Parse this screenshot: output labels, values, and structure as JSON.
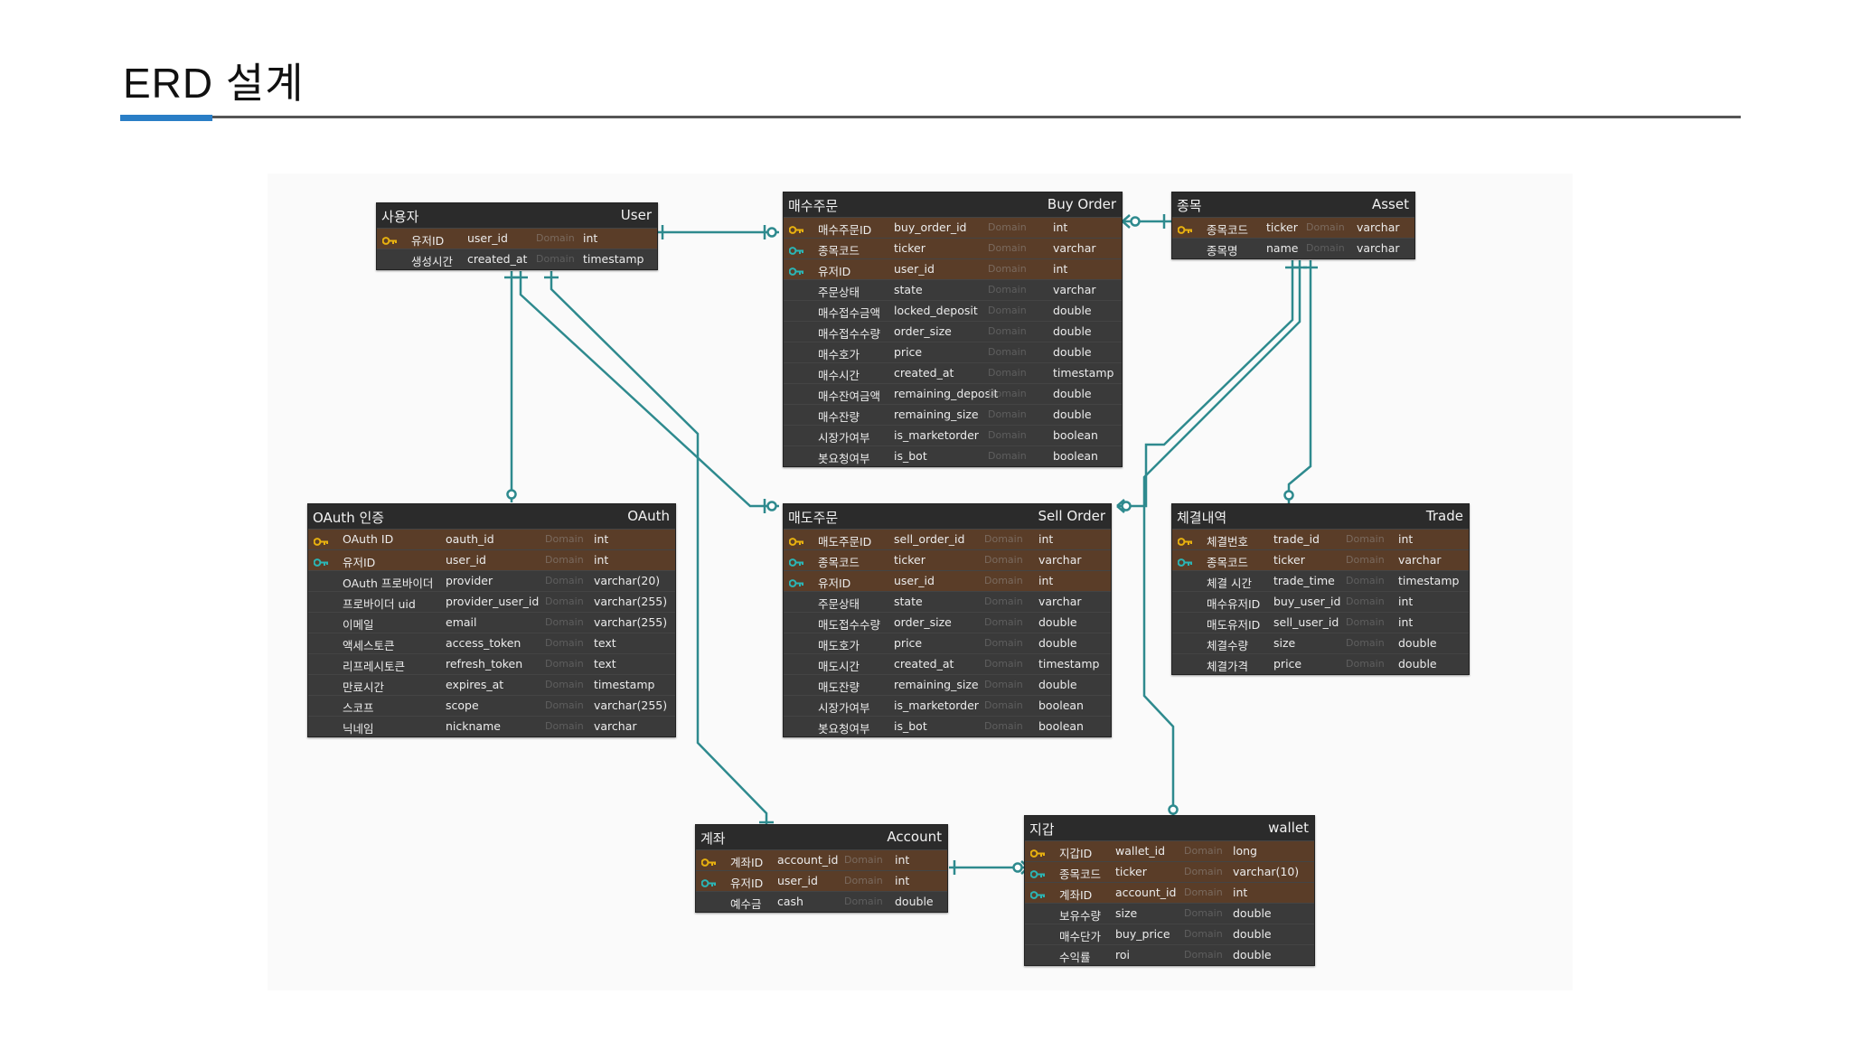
{
  "page": {
    "title": "ERD 설계"
  },
  "tables": {
    "user": {
      "ko": "사용자",
      "en": "User",
      "rows": [
        {
          "name": "유저ID",
          "field": "user_id",
          "domain": "Domain",
          "type": "int"
        },
        {
          "name": "생성시간",
          "field": "created_at",
          "domain": "Domain",
          "type": "timestamp"
        }
      ]
    },
    "buy_order": {
      "ko": "매수주문",
      "en": "Buy Order",
      "rows": [
        {
          "name": "매수주문ID",
          "field": "buy_order_id",
          "domain": "Domain",
          "type": "int"
        },
        {
          "name": "종목코드",
          "field": "ticker",
          "domain": "Domain",
          "type": "varchar"
        },
        {
          "name": "유저ID",
          "field": "user_id",
          "domain": "Domain",
          "type": "int"
        },
        {
          "name": "주문상태",
          "field": "state",
          "domain": "Domain",
          "type": "varchar"
        },
        {
          "name": "매수접수금액",
          "field": "locked_deposit",
          "domain": "Domain",
          "type": "double"
        },
        {
          "name": "매수접수수량",
          "field": "order_size",
          "domain": "Domain",
          "type": "double"
        },
        {
          "name": "매수호가",
          "field": "price",
          "domain": "Domain",
          "type": "double"
        },
        {
          "name": "매수시간",
          "field": "created_at",
          "domain": "Domain",
          "type": "timestamp"
        },
        {
          "name": "매수잔여금액",
          "field": "remaining_deposit",
          "domain": "Domain",
          "type": "double"
        },
        {
          "name": "매수잔량",
          "field": "remaining_size",
          "domain": "Domain",
          "type": "double"
        },
        {
          "name": "시장가여부",
          "field": "is_marketorder",
          "domain": "Domain",
          "type": "boolean"
        },
        {
          "name": "봇요청여부",
          "field": "is_bot",
          "domain": "Domain",
          "type": "boolean"
        }
      ]
    },
    "asset": {
      "ko": "종목",
      "en": "Asset",
      "rows": [
        {
          "name": "종목코드",
          "field": "ticker",
          "domain": "Domain",
          "type": "varchar"
        },
        {
          "name": "종목명",
          "field": "name",
          "domain": "Domain",
          "type": "varchar"
        }
      ]
    },
    "oauth": {
      "ko": "OAuth 인증",
      "en": "OAuth",
      "rows": [
        {
          "name": "OAuth ID",
          "field": "oauth_id",
          "domain": "Domain",
          "type": "int"
        },
        {
          "name": "유저ID",
          "field": "user_id",
          "domain": "Domain",
          "type": "int"
        },
        {
          "name": "OAuth 프로바이더",
          "field": "provider",
          "domain": "Domain",
          "type": "varchar(20)"
        },
        {
          "name": "프로바이더 uid",
          "field": "provider_user_id",
          "domain": "Domain",
          "type": "varchar(255)"
        },
        {
          "name": "이메일",
          "field": "email",
          "domain": "Domain",
          "type": "varchar(255)"
        },
        {
          "name": "액세스토큰",
          "field": "access_token",
          "domain": "Domain",
          "type": "text"
        },
        {
          "name": "리프레시토큰",
          "field": "refresh_token",
          "domain": "Domain",
          "type": "text"
        },
        {
          "name": "만료시간",
          "field": "expires_at",
          "domain": "Domain",
          "type": "timestamp"
        },
        {
          "name": "스코프",
          "field": "scope",
          "domain": "Domain",
          "type": "varchar(255)"
        },
        {
          "name": "닉네임",
          "field": "nickname",
          "domain": "Domain",
          "type": "varchar"
        }
      ]
    },
    "sell_order": {
      "ko": "매도주문",
      "en": "Sell Order",
      "rows": [
        {
          "name": "매도주문ID",
          "field": "sell_order_id",
          "domain": "Domain",
          "type": "int"
        },
        {
          "name": "종목코드",
          "field": "ticker",
          "domain": "Domain",
          "type": "varchar"
        },
        {
          "name": "유저ID",
          "field": "user_id",
          "domain": "Domain",
          "type": "int"
        },
        {
          "name": "주문상태",
          "field": "state",
          "domain": "Domain",
          "type": "varchar"
        },
        {
          "name": "매도접수수량",
          "field": "order_size",
          "domain": "Domain",
          "type": "double"
        },
        {
          "name": "매도호가",
          "field": "price",
          "domain": "Domain",
          "type": "double"
        },
        {
          "name": "매도시간",
          "field": "created_at",
          "domain": "Domain",
          "type": "timestamp"
        },
        {
          "name": "매도잔량",
          "field": "remaining_size",
          "domain": "Domain",
          "type": "double"
        },
        {
          "name": "시장가여부",
          "field": "is_marketorder",
          "domain": "Domain",
          "type": "boolean"
        },
        {
          "name": "봇요청여부",
          "field": "is_bot",
          "domain": "Domain",
          "type": "boolean"
        }
      ]
    },
    "trade": {
      "ko": "체결내역",
      "en": "Trade",
      "rows": [
        {
          "name": "체결번호",
          "field": "trade_id",
          "domain": "Domain",
          "type": "int"
        },
        {
          "name": "종목코드",
          "field": "ticker",
          "domain": "Domain",
          "type": "varchar"
        },
        {
          "name": "체결 시간",
          "field": "trade_time",
          "domain": "Domain",
          "type": "timestamp"
        },
        {
          "name": "매수유저ID",
          "field": "buy_user_id",
          "domain": "Domain",
          "type": "int"
        },
        {
          "name": "매도유저ID",
          "field": "sell_user_id",
          "domain": "Domain",
          "type": "int"
        },
        {
          "name": "체결수량",
          "field": "size",
          "domain": "Domain",
          "type": "double"
        },
        {
          "name": "체결가격",
          "field": "price",
          "domain": "Domain",
          "type": "double"
        }
      ]
    },
    "account": {
      "ko": "계좌",
      "en": "Account",
      "rows": [
        {
          "name": "계좌ID",
          "field": "account_id",
          "domain": "Domain",
          "type": "int"
        },
        {
          "name": "유저ID",
          "field": "user_id",
          "domain": "Domain",
          "type": "int"
        },
        {
          "name": "예수금",
          "field": "cash",
          "domain": "Domain",
          "type": "double"
        }
      ]
    },
    "wallet": {
      "ko": "지갑",
      "en": "wallet",
      "rows": [
        {
          "name": "지갑ID",
          "field": "wallet_id",
          "domain": "Domain",
          "type": "long"
        },
        {
          "name": "종목코드",
          "field": "ticker",
          "domain": "Domain",
          "type": "varchar(10)"
        },
        {
          "name": "계좌ID",
          "field": "account_id",
          "domain": "Domain",
          "type": "int"
        },
        {
          "name": "보유수량",
          "field": "size",
          "domain": "Domain",
          "type": "double"
        },
        {
          "name": "매수단가",
          "field": "buy_price",
          "domain": "Domain",
          "type": "double"
        },
        {
          "name": "수익률",
          "field": "roi",
          "domain": "Domain",
          "type": "double"
        }
      ]
    }
  },
  "colors": {
    "header": "#2b2b2b",
    "body": "#3a3a3a",
    "key_row": "#5a3d28",
    "connector": "#2e8a8e",
    "pk_key": "#e8b10f",
    "fk_key": "#2bb5b5",
    "accent_rule": "#2a7ec6"
  }
}
